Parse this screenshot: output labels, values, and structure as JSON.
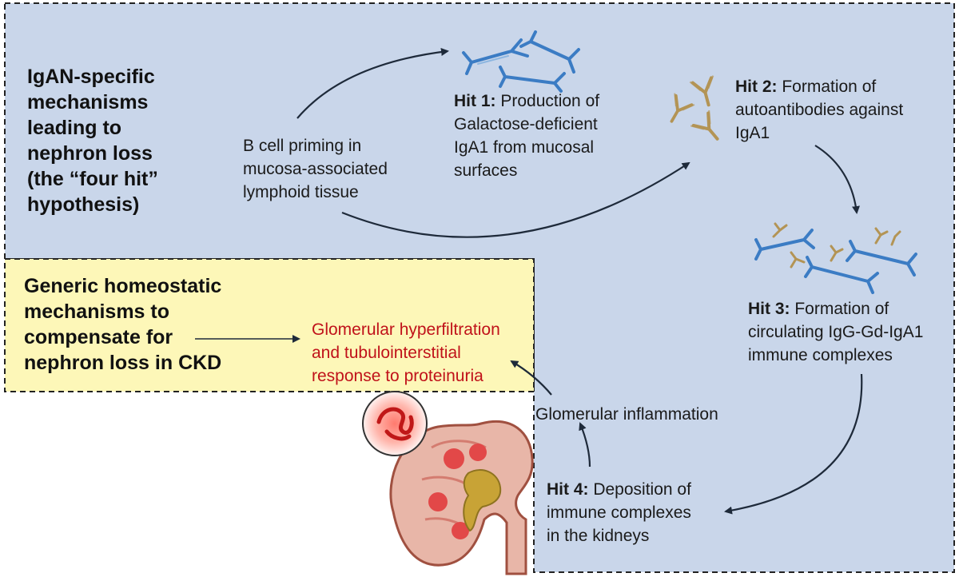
{
  "colors": {
    "blue_panel": "#c9d6ea",
    "yellow_panel": "#fdf7b8",
    "red_text": "#c0121a",
    "antibody_blue": "#3b7cc4",
    "antibody_gold": "#b39455",
    "arrow": "#1e2a3a"
  },
  "igan_panel": {
    "title_lines": [
      "IgAN-specific",
      "mechanisms",
      "leading to",
      "nephron loss",
      "(the “four hit”",
      "hypothesis)"
    ]
  },
  "generic_panel": {
    "title_lines": [
      "Generic homeostatic",
      "mechanisms to",
      "compensate for",
      "nephron loss in CKD"
    ]
  },
  "b_cell_priming": {
    "lines": [
      "B cell priming in",
      "mucosa-associated",
      "lymphoid tissue"
    ]
  },
  "hit1": {
    "label": "Hit 1:",
    "lines": [
      " Production of",
      "Galactose-deficient",
      "IgA1 from mucosal",
      "surfaces"
    ]
  },
  "hit2": {
    "label": "Hit 2:",
    "lines": " Formation of|autoantibodies against|IgA1"
  },
  "hit3": {
    "label": "Hit 3:",
    "lines": [
      " Formation of",
      "circulating IgG-Gd-IgA1",
      "immune complexes"
    ]
  },
  "hit4": {
    "label": "Hit 4:",
    "lines": [
      " Deposition of",
      "immune complexes",
      "in the kidneys"
    ]
  },
  "glomerular_inflammation": "Glomerular inflammation",
  "hyperfiltration": {
    "lines": [
      "Glomerular hyperfiltration",
      "and tubulointerstitial",
      "response to proteinuria"
    ]
  },
  "icons": [
    "antibody-igA1-icon",
    "autoantibody-icon",
    "immune-complex-icon",
    "kidney-icon",
    "glomerulus-icon"
  ]
}
